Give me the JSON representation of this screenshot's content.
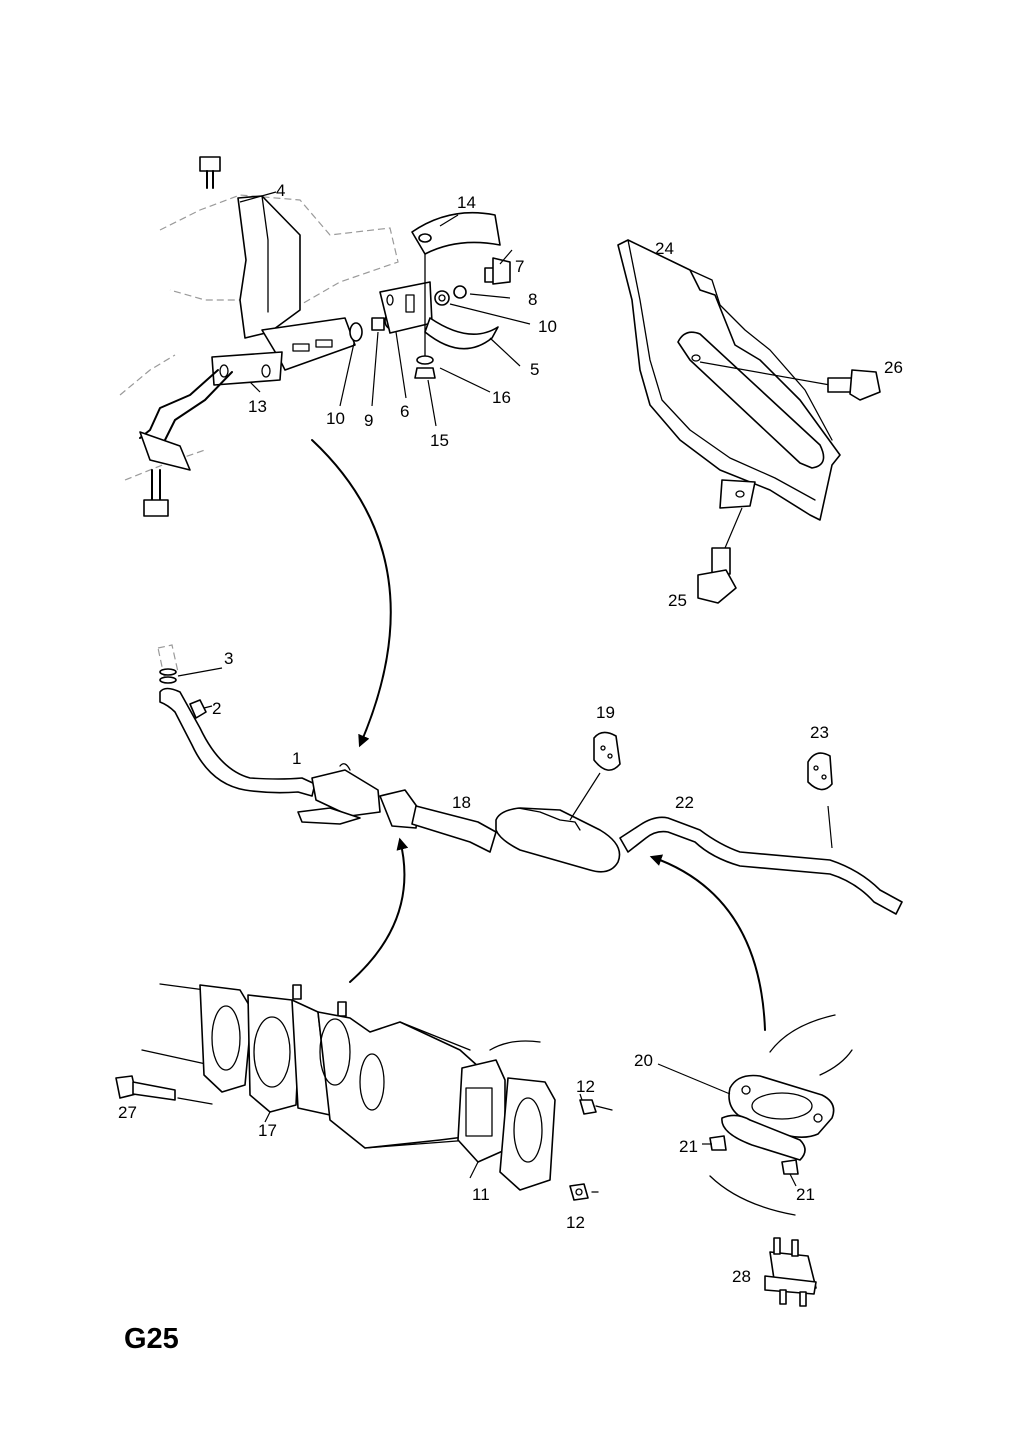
{
  "diagram": {
    "code": "G25",
    "callouts": {
      "c1": "1",
      "c2": "2",
      "c3": "3",
      "c4": "4",
      "c5": "5",
      "c6": "6",
      "c7": "7",
      "c8": "8",
      "c9": "9",
      "c10a": "10",
      "c10b": "10",
      "c11": "11",
      "c12a": "12",
      "c12b": "12",
      "c13": "13",
      "c14": "14",
      "c15": "15",
      "c16": "16",
      "c17": "17",
      "c18": "18",
      "c19": "19",
      "c20": "20",
      "c21a": "21",
      "c21b": "21",
      "c22": "22",
      "c23": "23",
      "c24": "24",
      "c25": "25",
      "c26": "26",
      "c27": "27",
      "c28": "28"
    }
  }
}
